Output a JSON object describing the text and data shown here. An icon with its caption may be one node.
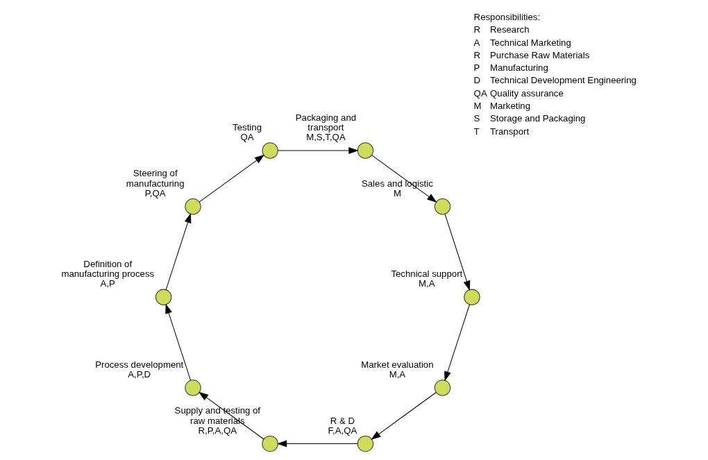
{
  "diagram": {
    "nodes": [
      {
        "text": [],
        "shape": "circle",
        "beside": [
          "Market evaluation",
          "M,A"
        ]
      },
      {
        "text": [],
        "shape": "circle",
        "beside": [
          "R & D",
          "F,A,QA"
        ]
      },
      {
        "text": [],
        "shape": "circle",
        "beside": [
          "Supply and testing of raw materials",
          "R,P,A,QA"
        ]
      },
      {
        "text": [],
        "shape": "circle",
        "beside": [
          "Process development",
          "A,P,D"
        ]
      },
      {
        "text": [],
        "shape": "circle",
        "beside": [
          "Definition of manufacturing process",
          "A,P"
        ]
      },
      {
        "text": [],
        "shape": "circle",
        "beside": [
          "Steering of manufacturing",
          "P,QA"
        ]
      },
      {
        "text": [],
        "shape": "circle",
        "beside": [
          "Testing",
          "QA"
        ]
      },
      {
        "text": [],
        "shape": "circle",
        "beside": [
          "Packaging and transport",
          "M,S,T,QA"
        ]
      },
      {
        "text": [],
        "shape": "circle",
        "beside": [
          "Sales and logistic",
          "M"
        ]
      },
      {
        "text": [],
        "shape": "circle",
        "beside": [
          "Technical support",
          "M,A"
        ]
      }
    ],
    "edges": [
      {
        "from": 0,
        "to": 1,
        "arrow": "to"
      },
      {
        "from": 1,
        "to": 2,
        "arrow": "to"
      },
      {
        "from": 2,
        "to": 3,
        "arrow": "to"
      },
      {
        "from": 3,
        "to": 4,
        "arrow": "to"
      },
      {
        "from": 4,
        "to": 5,
        "arrow": "to"
      },
      {
        "from": 5,
        "to": 6,
        "arrow": "to"
      },
      {
        "from": 6,
        "to": 7,
        "arrow": "to"
      },
      {
        "from": 7,
        "to": 8,
        "arrow": "to"
      },
      {
        "from": 8,
        "to": 9,
        "arrow": "to"
      },
      {
        "from": 9,
        "to": 0,
        "arrow": "to"
      }
    ],
    "labels": [
      "Responsibilities:",
      "R",
      "Research",
      "A",
      "Technical Marketing",
      "R",
      "Purchase Raw Materials",
      "P",
      "Manufacturing",
      "D",
      "Technical Development Engineering",
      "QA",
      "Quality assurance",
      "M",
      "Marketing",
      "S",
      "Storage and Packaging",
      "T",
      "Transport"
    ]
  }
}
